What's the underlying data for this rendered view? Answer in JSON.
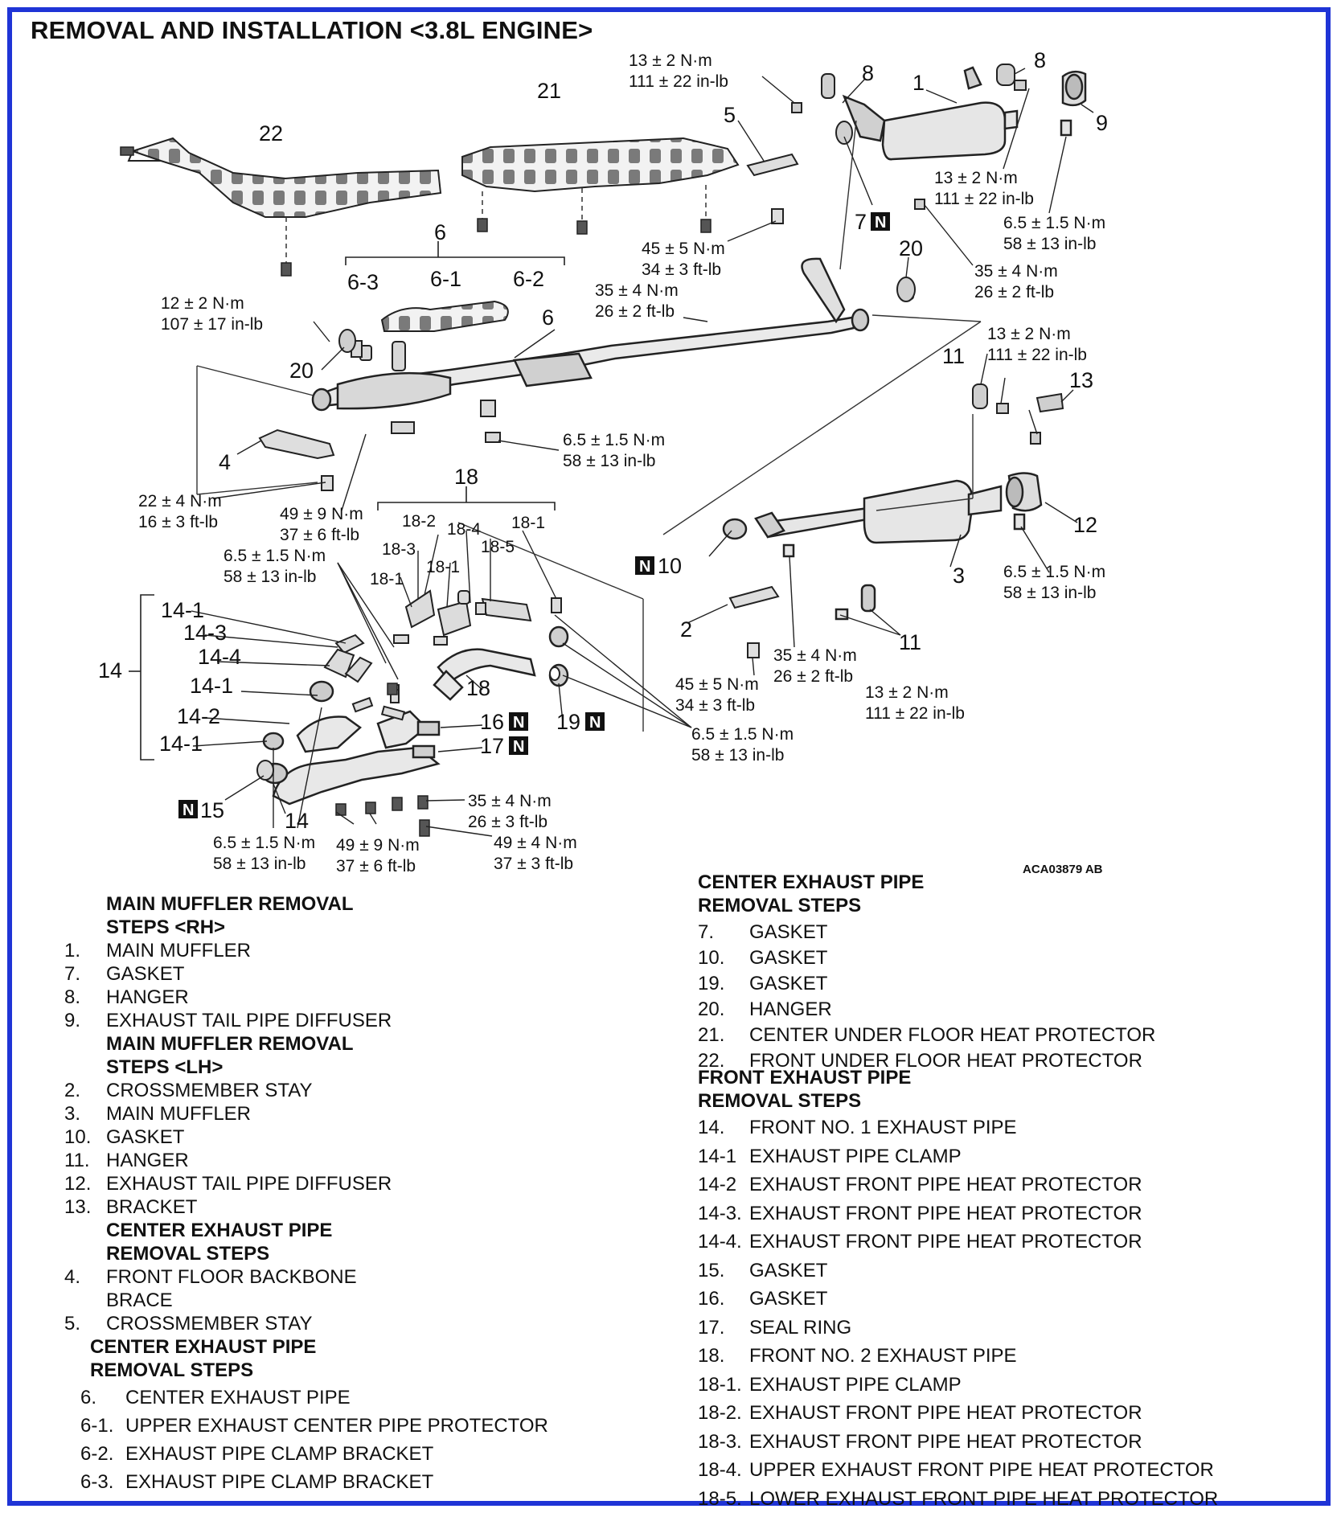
{
  "title": "REMOVAL AND INSTALLATION <3.8L ENGINE>",
  "figure_ref": "ACA03879 AB",
  "callouts": {
    "c1": "1",
    "c2": "2",
    "c3": "3",
    "c4": "4",
    "c5": "5",
    "c6": "6",
    "c6_1": "6-1",
    "c6_2": "6-2",
    "c6_3": "6-3",
    "c7": "7",
    "c8a": "8",
    "c8b": "8",
    "c9": "9",
    "c10": "10",
    "c11a": "11",
    "c11b": "11",
    "c12": "12",
    "c13": "13",
    "c14": "14",
    "c14_1a": "14-1",
    "c14_3": "14-3",
    "c14_4": "14-4",
    "c14_1b": "14-1",
    "c14_2": "14-2",
    "c14_1c": "14-1",
    "c14b": "14",
    "c15": "15",
    "c16": "16",
    "c17": "17",
    "c18": "18",
    "c18b": "18",
    "c18_1a": "18-1",
    "c18_1b": "18-1",
    "c18_1c": "18-1",
    "c18_2": "18-2",
    "c18_3": "18-3",
    "c18_4": "18-4",
    "c18_5": "18-5",
    "c19": "19",
    "c20a": "20",
    "c20b": "20",
    "c21": "21",
    "c22": "22",
    "n": "N"
  },
  "torques": {
    "t1a": "13 ± 2 N·m",
    "t1b": "111 ± 22 in-lb",
    "t2a": "13 ± 2 N·m",
    "t2b": "111 ± 22 in-lb",
    "t3a": "6.5 ± 1.5 N·m",
    "t3b": "58 ± 13 in-lb",
    "t4a": "35 ± 4 N·m",
    "t4b": "26 ± 2 ft-lb",
    "t5a": "45 ± 5 N·m",
    "t5b": "34 ± 3 ft-lb",
    "t6a": "35 ± 4 N·m",
    "t6b": "26 ± 2 ft-lb",
    "t7a": "12 ± 2 N·m",
    "t7b": "107 ± 17 in-lb",
    "t8a": "13 ± 2 N·m",
    "t8b": "111 ± 22 in-lb",
    "t9a": "6.5 ± 1.5 N·m",
    "t9b": "58 ± 13 in-lb",
    "t10a": "22 ± 4 N·m",
    "t10b": "16 ± 3 ft-lb",
    "t11a": "49 ± 9 N·m",
    "t11b": "37 ± 6 ft-lb",
    "t12a": "6.5 ± 1.5 N·m",
    "t12b": "58 ± 13 in-lb",
    "t13a": "6.5 ± 1.5 N·m",
    "t13b": "58 ± 13 in-lb",
    "t14a": "35 ± 4 N·m",
    "t14b": "26 ± 2 ft-lb",
    "t15a": "45 ± 5 N·m",
    "t15b": "34 ± 3 ft-lb",
    "t16a": "13 ± 2 N·m",
    "t16b": "111 ± 22 in-lb",
    "t17a": "6.5 ± 1.5 N·m",
    "t17b": "58 ± 13 in-lb",
    "t18a": "35 ± 4 N·m",
    "t18b": "26 ± 3 ft-lb",
    "t19a": "49 ± 4 N·m",
    "t19b": "37 ± 3 ft-lb",
    "t20a": "6.5 ± 1.5 N·m",
    "t20b": "58 ± 13 in-lb",
    "t21a": "49 ± 9 N·m",
    "t21b": "37 ± 6 ft-lb"
  },
  "left_steps": {
    "h1a": "MAIN MUFFLER REMOVAL",
    "h1b": "STEPS <RH>",
    "g1": [
      {
        "n": "1.",
        "t": "MAIN MUFFLER"
      },
      {
        "n": "7.",
        "t": "GASKET"
      },
      {
        "n": "8.",
        "t": "HANGER"
      },
      {
        "n": "9.",
        "t": "EXHAUST TAIL PIPE DIFFUSER"
      }
    ],
    "h2a": "MAIN MUFFLER REMOVAL",
    "h2b": "STEPS <LH>",
    "g2": [
      {
        "n": "2.",
        "t": "CROSSMEMBER STAY"
      },
      {
        "n": "3.",
        "t": "MAIN MUFFLER"
      },
      {
        "n": "10.",
        "t": "GASKET"
      },
      {
        "n": "11.",
        "t": "HANGER"
      },
      {
        "n": "12.",
        "t": "EXHAUST TAIL PIPE DIFFUSER"
      },
      {
        "n": "13.",
        "t": "BRACKET"
      }
    ],
    "h3a": "CENTER EXHAUST PIPE",
    "h3b": "REMOVAL STEPS",
    "g3": [
      {
        "n": "4.",
        "t": "FRONT FLOOR BACKBONE"
      },
      {
        "n": "",
        "t": "BRACE"
      },
      {
        "n": "5.",
        "t": "CROSSMEMBER STAY"
      }
    ],
    "h4a": "CENTER EXHAUST PIPE",
    "h4b": "REMOVAL STEPS",
    "g4": [
      {
        "n": "6.",
        "t": "CENTER EXHAUST PIPE"
      },
      {
        "n": "6-1.",
        "t": "UPPER EXHAUST CENTER PIPE PROTECTOR"
      },
      {
        "n": "6-2.",
        "t": "EXHAUST PIPE CLAMP BRACKET"
      },
      {
        "n": "6-3.",
        "t": "EXHAUST PIPE CLAMP BRACKET"
      }
    ]
  },
  "right_steps": {
    "h1a": "CENTER EXHAUST PIPE",
    "h1b": "REMOVAL STEPS",
    "g1": [
      {
        "n": "7.",
        "t": "GASKET"
      },
      {
        "n": "10.",
        "t": "GASKET"
      },
      {
        "n": "19.",
        "t": "GASKET"
      },
      {
        "n": "20.",
        "t": "HANGER"
      },
      {
        "n": "21.",
        "t": "CENTER UNDER FLOOR HEAT PROTECTOR"
      },
      {
        "n": "22.",
        "t": "FRONT UNDER FLOOR HEAT PROTECTOR"
      }
    ],
    "h2a": "FRONT EXHAUST PIPE",
    "h2b": "REMOVAL STEPS",
    "g2": [
      {
        "n": "14.",
        "t": "FRONT NO. 1 EXHAUST PIPE"
      },
      {
        "n": "14-1",
        "t": "EXHAUST PIPE CLAMP"
      },
      {
        "n": "14-2",
        "t": "EXHAUST FRONT PIPE HEAT PROTECTOR"
      },
      {
        "n": "14-3.",
        "t": "EXHAUST FRONT PIPE HEAT PROTECTOR"
      },
      {
        "n": "14-4.",
        "t": "EXHAUST FRONT PIPE HEAT PROTECTOR"
      },
      {
        "n": "15.",
        "t": "GASKET"
      },
      {
        "n": "16.",
        "t": "GASKET"
      },
      {
        "n": "17.",
        "t": "SEAL RING"
      },
      {
        "n": "18.",
        "t": "FRONT NO. 2 EXHAUST PIPE"
      },
      {
        "n": "18-1.",
        "t": "EXHAUST PIPE CLAMP"
      },
      {
        "n": "18-2.",
        "t": "EXHAUST FRONT PIPE HEAT PROTECTOR"
      },
      {
        "n": "18-3.",
        "t": "EXHAUST FRONT PIPE HEAT PROTECTOR"
      },
      {
        "n": "18-4.",
        "t": "UPPER EXHAUST FRONT PIPE HEAT PROTECTOR"
      },
      {
        "n": "18-5.",
        "t": "LOWER EXHAUST FRONT PIPE HEAT PROTECTOR"
      }
    ]
  }
}
